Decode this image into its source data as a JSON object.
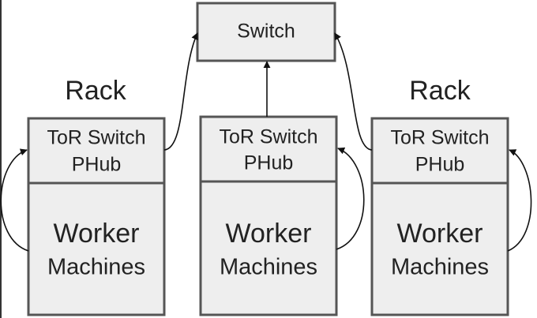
{
  "switch": {
    "label": "Switch"
  },
  "racks": [
    {
      "title": "Rack",
      "tor_line1": "ToR Switch",
      "tor_line2": "PHub",
      "worker_line1": "Worker",
      "worker_line2": "Machines"
    },
    {
      "title": "",
      "tor_line1": "ToR Switch",
      "tor_line2": "PHub",
      "worker_line1": "Worker",
      "worker_line2": "Machines"
    },
    {
      "title": "Rack",
      "tor_line1": "ToR Switch",
      "tor_line2": "PHub",
      "worker_line1": "Worker",
      "worker_line2": "Machines"
    }
  ]
}
